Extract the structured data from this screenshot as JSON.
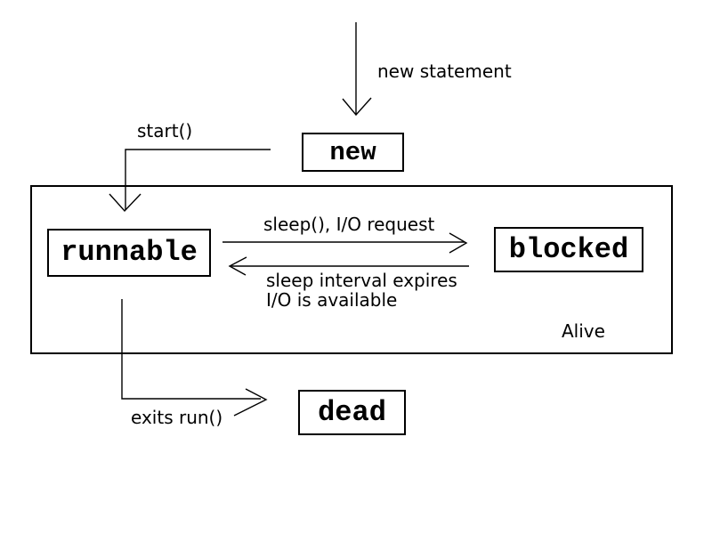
{
  "window": {
    "background": "#ffffff",
    "ink": "#000000"
  },
  "diagram": {
    "type": "state-diagram",
    "nodes": {
      "new": "new",
      "runnable": "runnable",
      "blocked": "blocked",
      "dead": "dead"
    },
    "container_label": "Alive",
    "edge_labels": {
      "new_statement": "new statement",
      "start": "start()",
      "to_blocked": "sleep(), I/O request",
      "from_blocked_line1": "sleep interval expires",
      "from_blocked_line2": "I/O is available",
      "exit": "exits run()"
    }
  }
}
